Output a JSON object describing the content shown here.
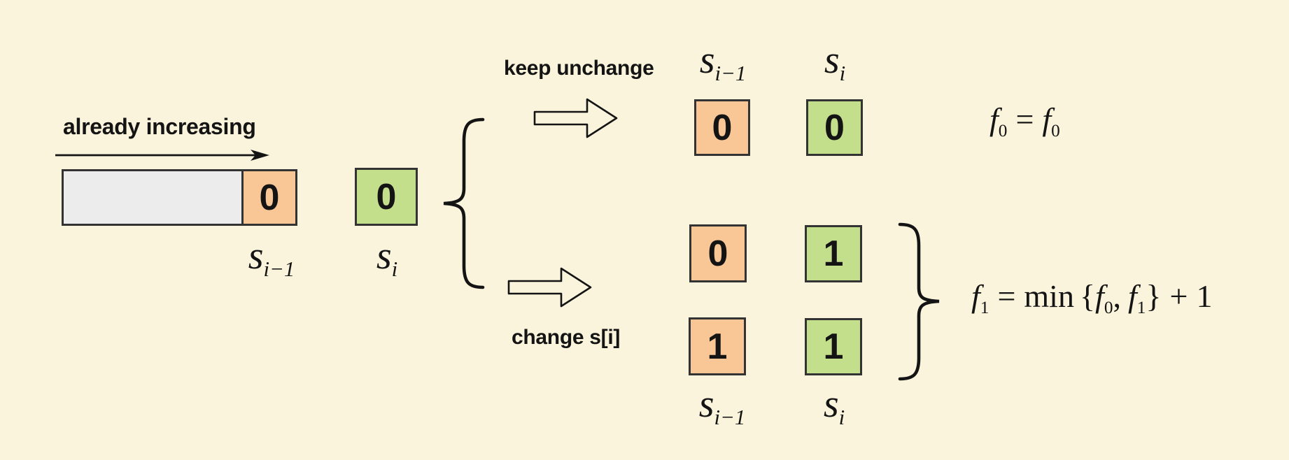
{
  "palette": {
    "background": "#FBF4DC",
    "box_orange": "#F8C795",
    "box_green": "#C3DF8C",
    "box_gray": "#ECECEC",
    "stroke": "#333333",
    "ink": "#141414"
  },
  "left": {
    "arrow_label": "already increasing",
    "tail_value": "0",
    "current_value": "0",
    "tail_label": {
      "base": "s",
      "sub": "i−1"
    },
    "current_label": {
      "base": "s",
      "sub": "i"
    }
  },
  "keep_branch": {
    "label": "keep unchange",
    "header_prev": {
      "base": "s",
      "sub": "i−1"
    },
    "header_cur": {
      "base": "s",
      "sub": "i"
    },
    "prev_value": "0",
    "cur_value": "0",
    "equation": {
      "lhs_base": "f",
      "lhs_sub": "0",
      "equals": "=",
      "rhs_base": "f",
      "rhs_sub": "0"
    }
  },
  "change_branch": {
    "label": "change s[i]",
    "rows": [
      {
        "prev": "0",
        "cur": "1"
      },
      {
        "prev": "1",
        "cur": "1"
      }
    ],
    "footer_prev": {
      "base": "s",
      "sub": "i−1"
    },
    "footer_cur": {
      "base": "s",
      "sub": "i"
    },
    "equation": {
      "lhs_base": "f",
      "lhs_sub": "1",
      "equals": "=",
      "min": "min",
      "open": "{",
      "arg1_base": "f",
      "arg1_sub": "0",
      "comma": ",",
      "arg2_base": "f",
      "arg2_sub": "1",
      "close": "}",
      "plus": "+",
      "tail": "1"
    }
  }
}
